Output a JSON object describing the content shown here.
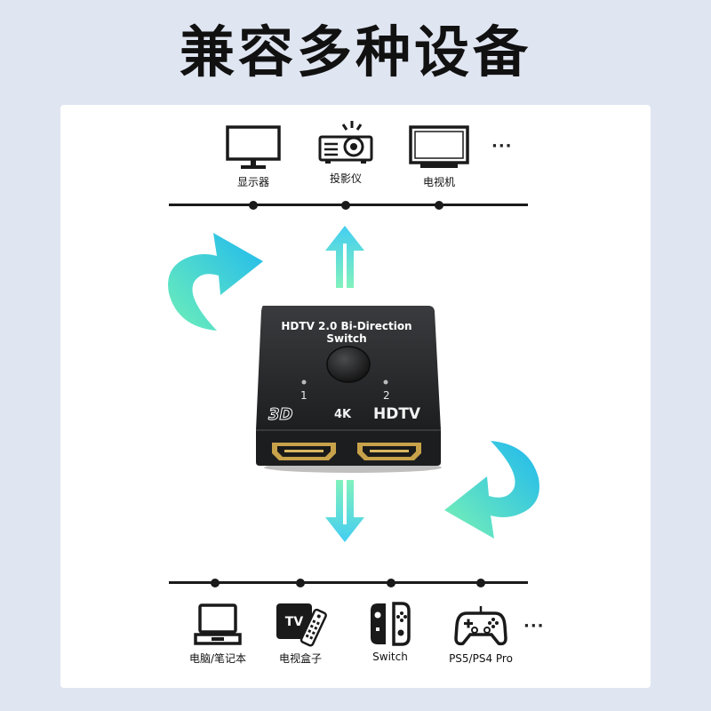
{
  "headline": "兼容多种设备",
  "top_devices": [
    {
      "label": "显示器",
      "icon": "monitor-icon"
    },
    {
      "label": "投影仪",
      "icon": "projector-icon"
    },
    {
      "label": "电视机",
      "icon": "tv-icon"
    }
  ],
  "top_more": "···",
  "bottom_devices": [
    {
      "label": "电脑/笔记本",
      "icon": "laptop-icon"
    },
    {
      "label": "电视盒子",
      "icon": "tv-box-icon",
      "icon_text": "TV"
    },
    {
      "label": "Switch",
      "icon": "game-console-icon"
    },
    {
      "label": "PS5/PS4 Pro",
      "icon": "gamepad-icon"
    }
  ],
  "bottom_more": "···",
  "switch_device": {
    "title_line1": "HDTV 2.0 Bi-Direction",
    "title_line2": "Switch",
    "port1": "1",
    "port2": "2",
    "badge_3d": "3D",
    "badge_4k": "4K",
    "badge_hdtv": "HDTV"
  },
  "colors": {
    "page_bg": "#dfe5f1",
    "panel_bg": "#ffffff",
    "arrow_gradient_start": "#29c4f0",
    "arrow_gradient_end": "#6ff0b8",
    "device_body": "#2a2b2d",
    "port_gold": "#c8a24a"
  }
}
